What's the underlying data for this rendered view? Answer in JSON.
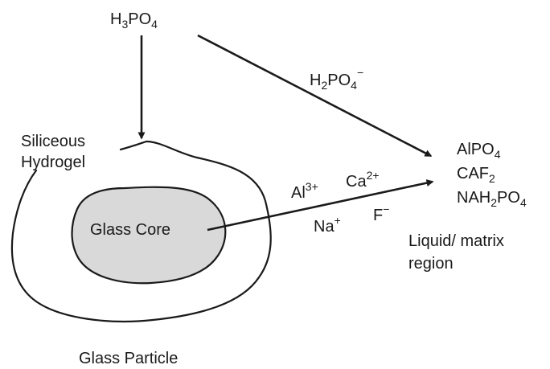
{
  "reactant": {
    "main": "H",
    "sub1": "3",
    "mid": "PO",
    "sub2": "4"
  },
  "ion_phosphate": {
    "main": "H",
    "sub1": "2",
    "mid": "PO",
    "sub2": "4",
    "sup": "−"
  },
  "hydrogel": {
    "line1": "Siliceous",
    "line2": "Hydrogel"
  },
  "core_label": "Glass Core",
  "ions": {
    "al": {
      "base": "Al",
      "sup": "3+"
    },
    "ca": {
      "base": "Ca",
      "sup": "2+"
    },
    "na": {
      "base": "Na",
      "sup": "+"
    },
    "f": {
      "base": "F",
      "sup": "−"
    }
  },
  "products": {
    "p1": {
      "base": "AlPO",
      "sub": "4"
    },
    "p2": {
      "base": "CAF",
      "sub": "2"
    },
    "p3": {
      "pre": "NAH",
      "sub1": "2",
      "mid": "PO",
      "sub2": "4"
    }
  },
  "region": {
    "line1": "Liquid/ matrix",
    "line2": "region"
  },
  "particle_label": "Glass Particle",
  "colors": {
    "ink": "#1a1a1a",
    "core_fill": "#d9d9d9"
  }
}
